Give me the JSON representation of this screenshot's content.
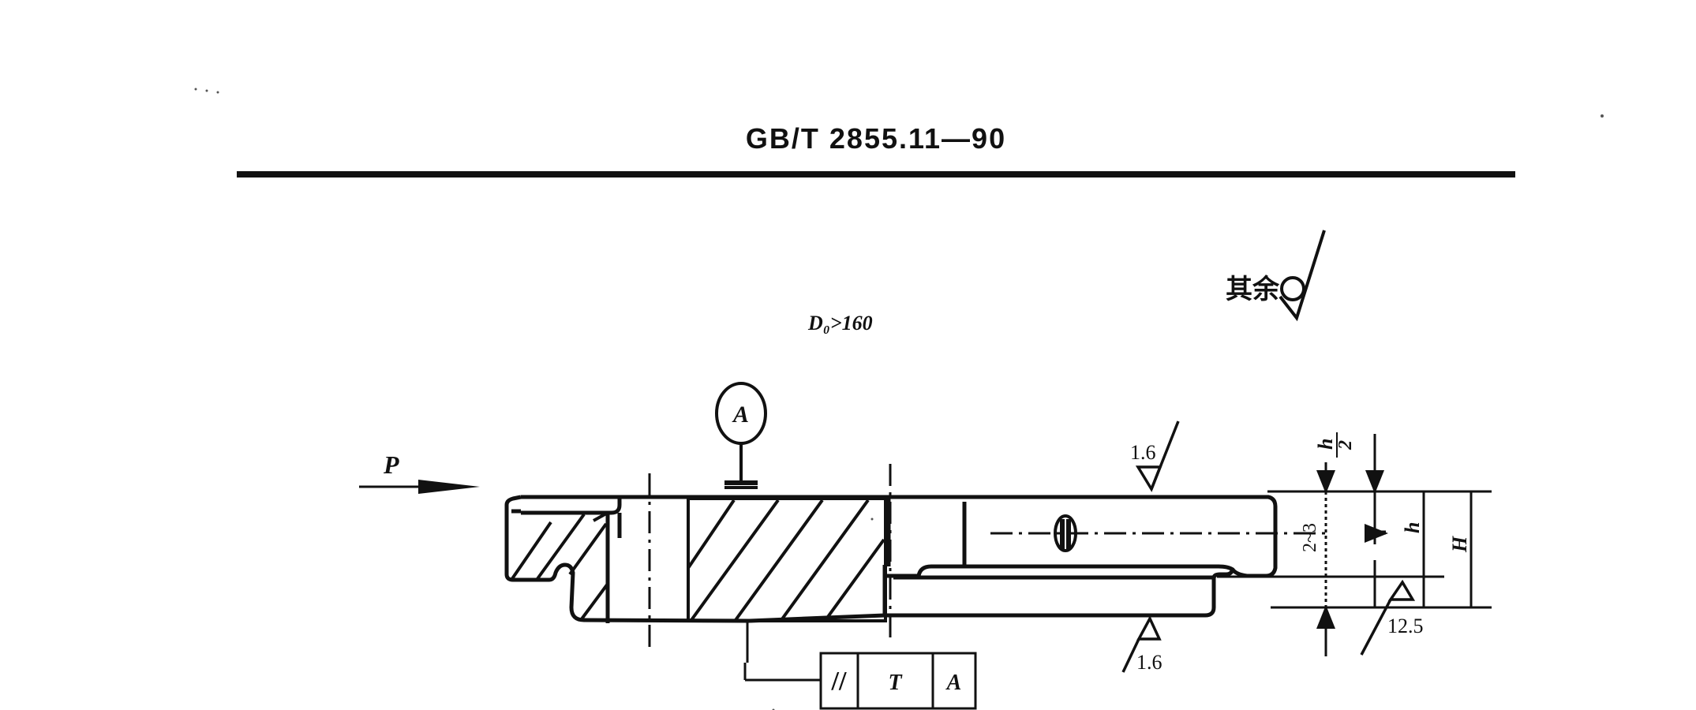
{
  "header": {
    "standard_number": "GB/T 2855.11—90"
  },
  "notes": {
    "other_surfaces": "其余",
    "diameter_condition": "D₀>160"
  },
  "labels": {
    "force": "P",
    "datum": "A",
    "half_h": "h",
    "half_h_den": "2",
    "h": "h",
    "H": "H",
    "range": "2~3"
  },
  "roughness": {
    "top": "1.6",
    "bottom": "1.6",
    "right": "12.5"
  },
  "tolerance_frame": {
    "symbol": "//",
    "value": "T",
    "datum": "A"
  }
}
